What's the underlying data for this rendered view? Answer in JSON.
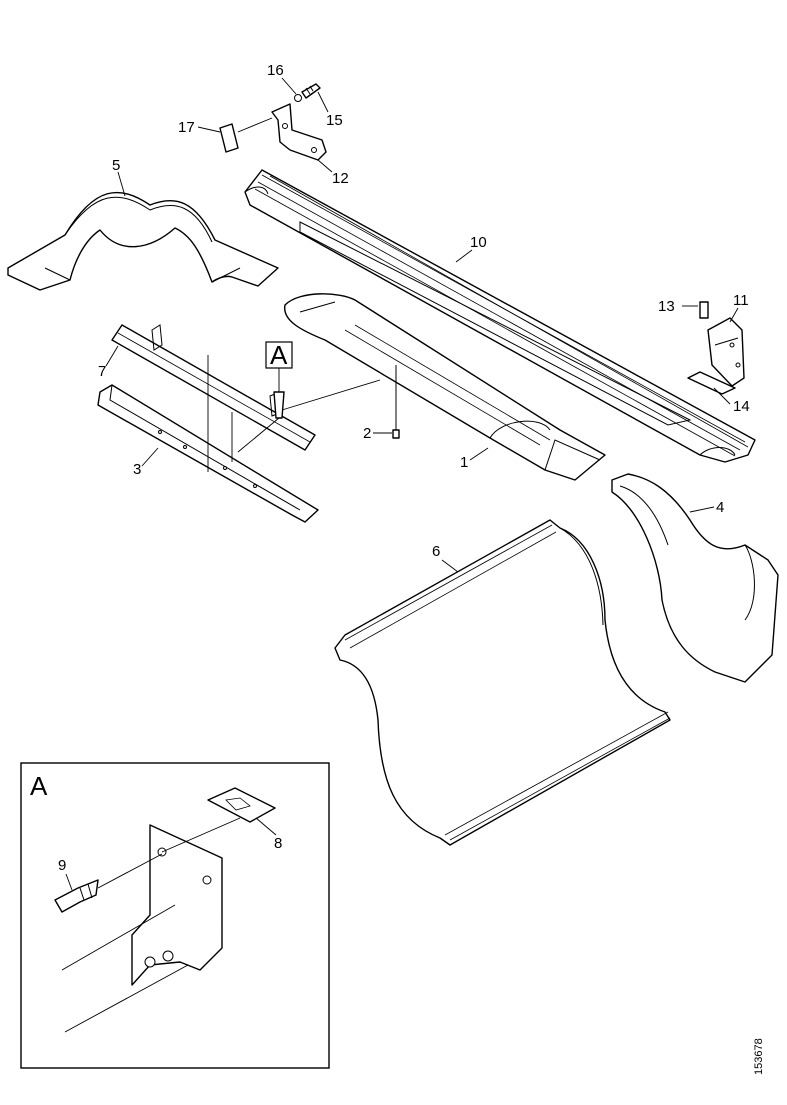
{
  "callouts": {
    "n1": "1",
    "n2": "2",
    "n3": "3",
    "n4": "4",
    "n5": "5",
    "n6": "6",
    "n7": "7",
    "n8": "8",
    "n9": "9",
    "n10": "10",
    "n11": "11",
    "n12": "12",
    "n13": "13",
    "n14": "14",
    "n15": "15",
    "n16": "16",
    "n17": "17"
  },
  "detail_view": {
    "marker": "A",
    "inset_label": "A"
  },
  "figure_code": "153678"
}
